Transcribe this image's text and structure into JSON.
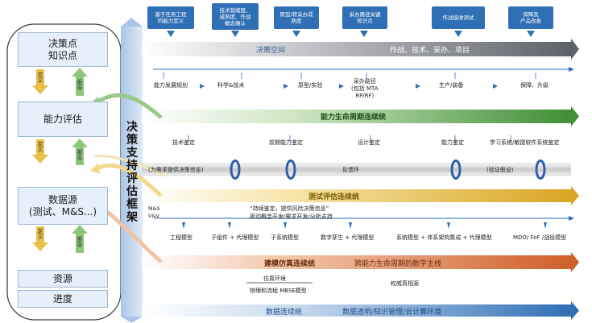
{
  "top_boxes": [
    "基于任务工程\n的能力定义",
    "技术就绪度、\n成熟度、作战\n概念确认",
    "原型/转采办成\n熟度",
    "采办路径关键\n知识点",
    "作战接收测试",
    "保障及\n产品改善"
  ],
  "left_panel": {
    "boxes": [
      "决策点\n知识点",
      "能力评估",
      "数据源\n(测试、M&S...)",
      "资源",
      "进度"
    ],
    "define_label": "定义",
    "report_label": "报告"
  },
  "framework_label": "决策支持评估框架",
  "bands": {
    "decision_space": {
      "left": "决策空间",
      "right": "作战、技术、采办、项目"
    },
    "capability_lifecycle": "能力生命周期连续统",
    "test_eval": "测试评估连续统",
    "modeling_sim": {
      "left": "建模仿真连续统",
      "right": "跨能力生命周期的数字主线"
    },
    "data": {
      "left": "数据连续统",
      "right": "数据透明/知识管理/云计算环境"
    }
  },
  "phases": [
    "能力发展规划",
    "科学&技术",
    "原型/实验",
    "采办路径\n(包括 MTA\nRP/RF)",
    "生产/装备",
    "保障、升级"
  ],
  "assessments": [
    "技术鉴定",
    "前期能力鉴定",
    "设计鉴定",
    "能力鉴定",
    "学习系统/敏捷软件系统鉴定"
  ],
  "feedback": {
    "left": "(为需求提供决策信息)",
    "middle": "反馈环",
    "right": "(验证假设)"
  },
  "test_quote": "“持续鉴定，提供风险决策信息”",
  "test_sub": "驱动概念开发/需求开发/分析支持",
  "msvv": "M&S\nV&V",
  "models": [
    "工程模型",
    "子组件 + 代理模型",
    "子系统模型",
    "数字孪生 + 代理模型",
    "系统模型 + 体系架构集成 + 代理模型",
    "MDO/ FoF /战役模型"
  ],
  "sim_env": "仿真环境",
  "mbse": "物理和流程 MBSE模型",
  "authority": "权威真相源",
  "colors": {
    "blue": "#2f6fb5",
    "green": "#4a9a3c",
    "yellow": "#e0b030",
    "orange": "#d8703a",
    "gray": "#6d7178"
  }
}
